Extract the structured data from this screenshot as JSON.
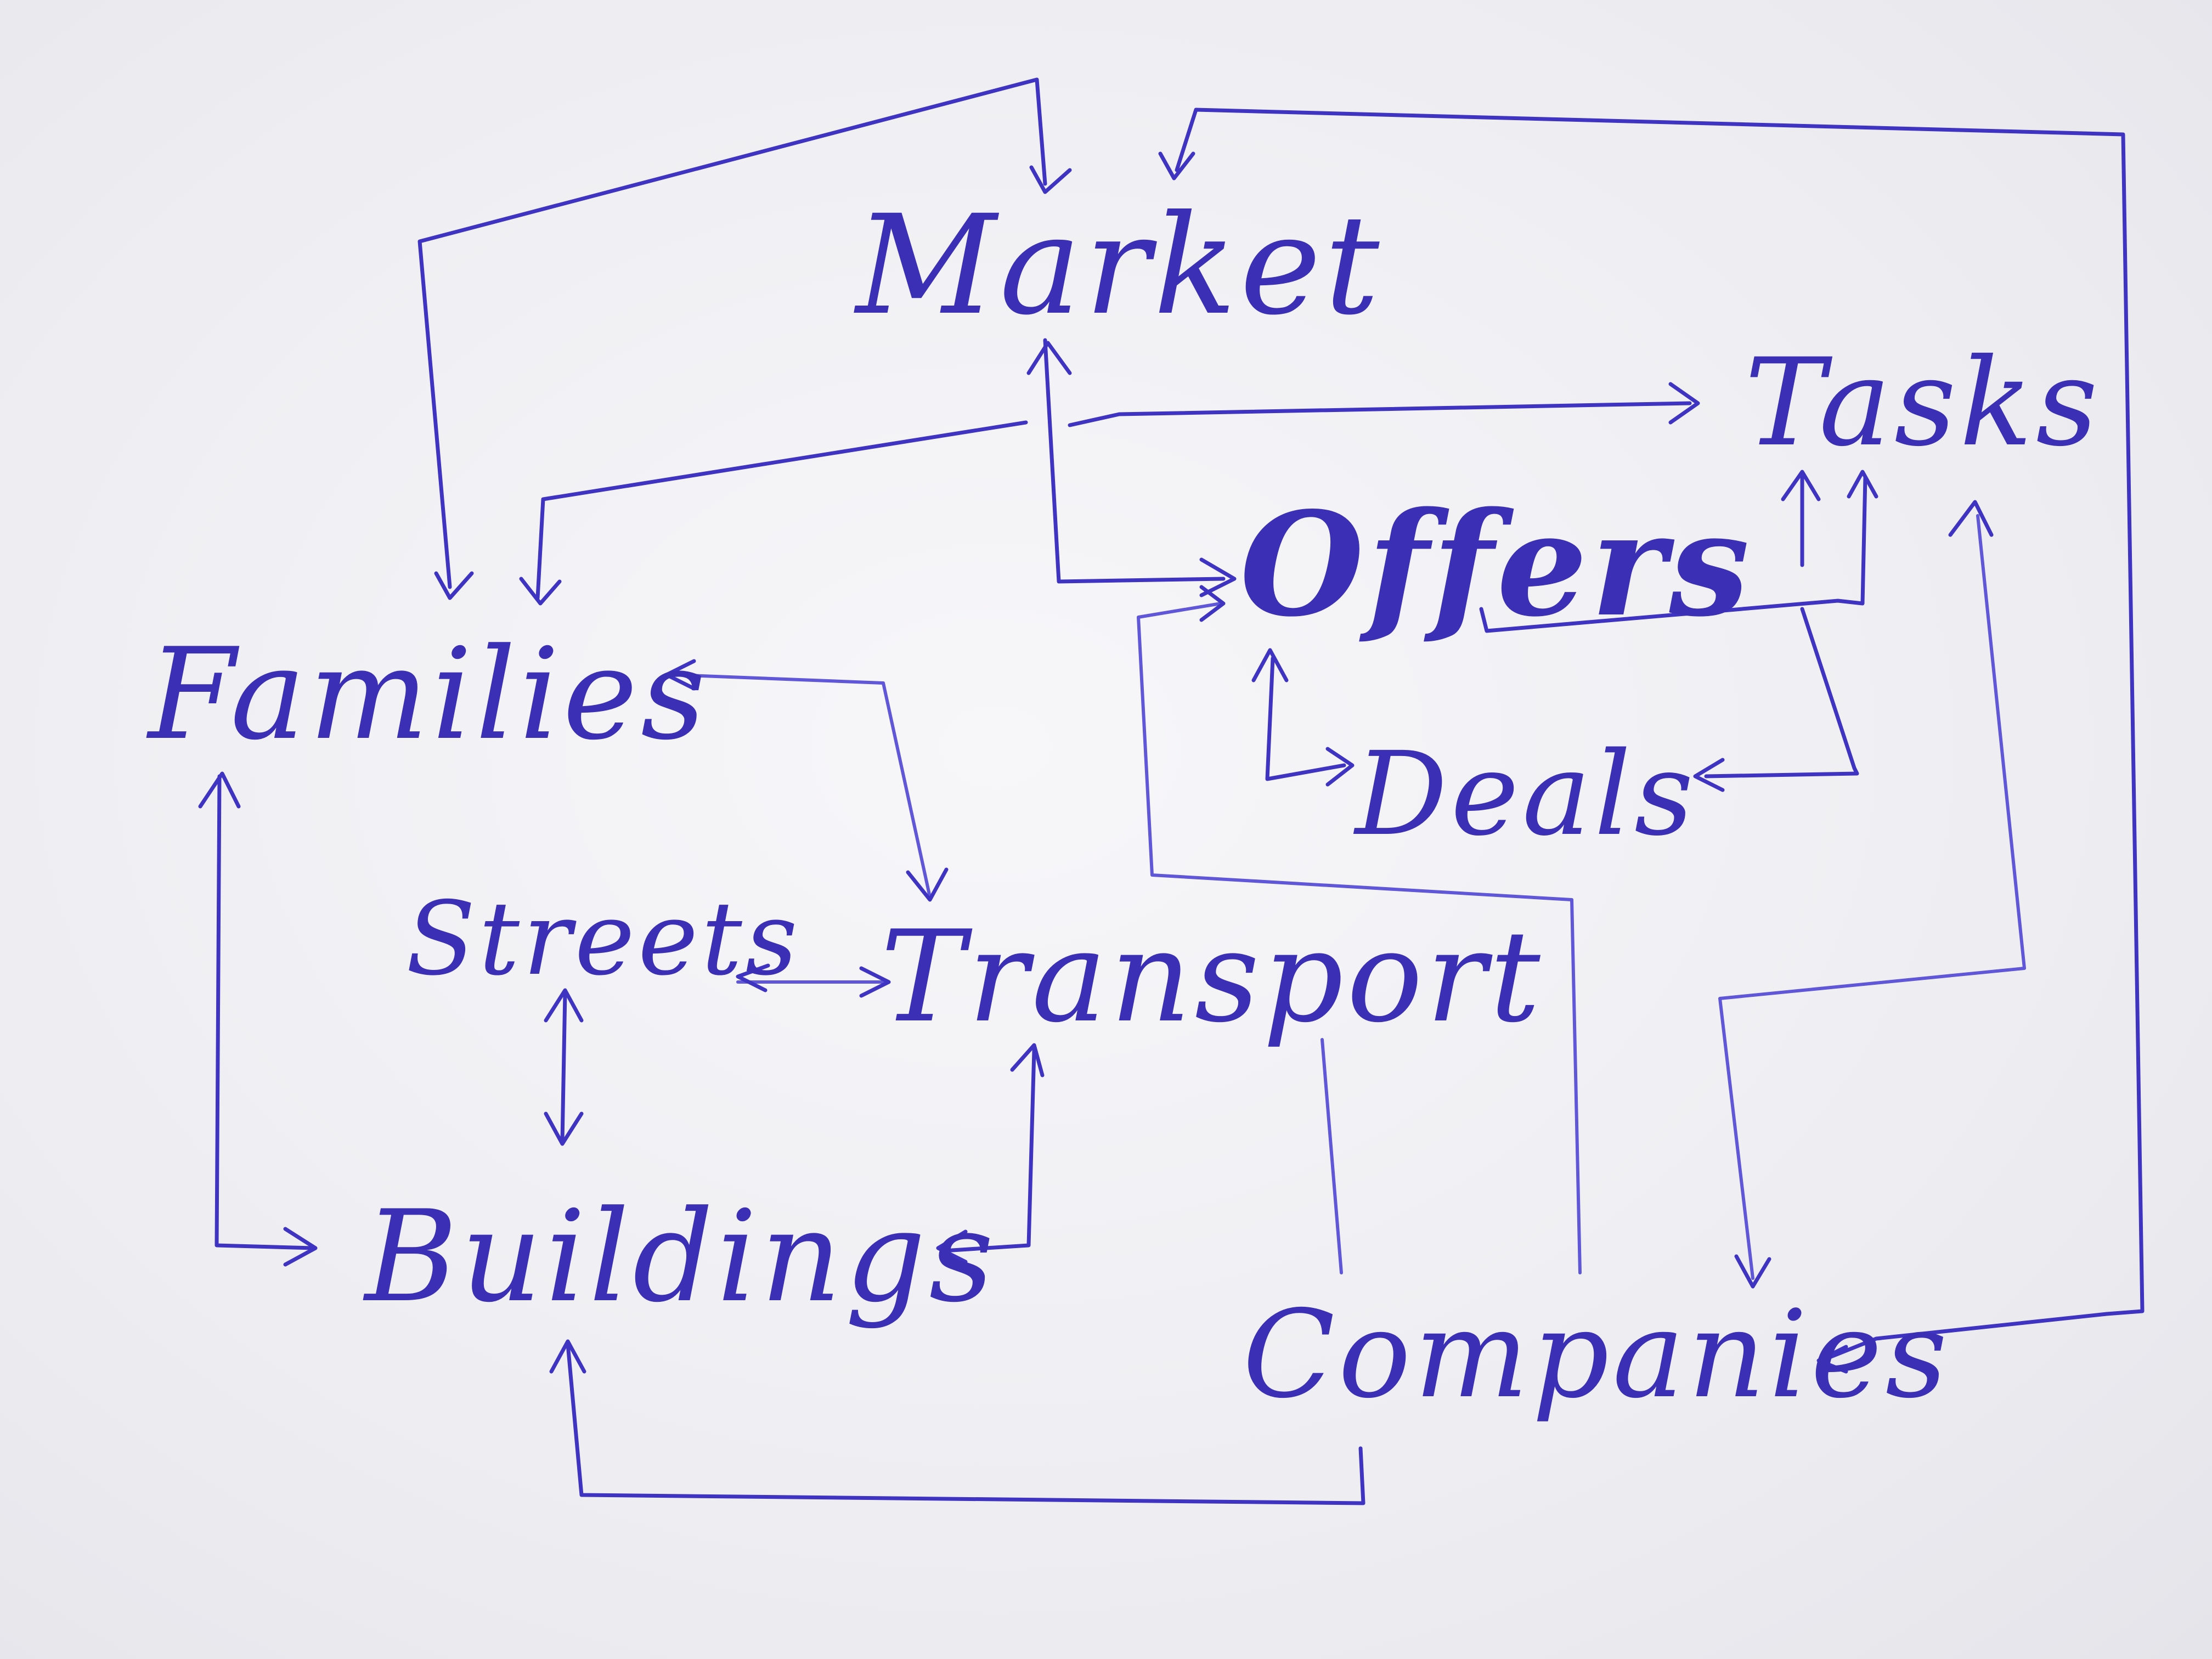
{
  "diagram": {
    "nodes": {
      "market": "Market",
      "tasks": "Tasks",
      "offers": "Offers",
      "families": "Families",
      "deals": "Deals",
      "streets": "Streets",
      "transport": "Transport",
      "buildings": "Buildings",
      "companies": "Companies"
    },
    "colors": {
      "ink": "#3f33c2",
      "paper": "#f3f3f6"
    }
  }
}
